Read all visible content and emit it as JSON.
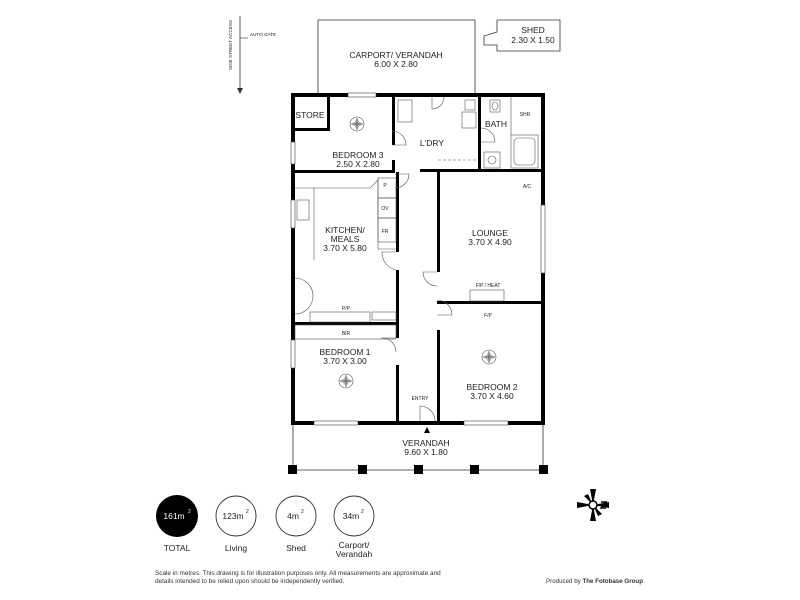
{
  "site": {
    "side_street_access": "SIDE STREET ACCESS",
    "auto_gate": "AUTO GATE"
  },
  "rooms": {
    "carport": {
      "name": "CARPORT/ VERANDAH",
      "dims": "6.00 X 2.80"
    },
    "shed": {
      "name": "SHED",
      "dims": "2.30 X 1.50"
    },
    "store": {
      "name": "STORE"
    },
    "bedroom3": {
      "name": "BEDROOM 3",
      "dims": "2.50 X 2.80"
    },
    "laundry": {
      "name": "L'DRY"
    },
    "bath": {
      "name": "BATH",
      "shower": "SHR"
    },
    "kitchen": {
      "name_line1": "KITCHEN/",
      "name_line2": "MEALS",
      "dims": "3.70 X 5.80"
    },
    "lounge": {
      "name": "LOUNGE",
      "dims": "3.70 X 4.90"
    },
    "bedroom1": {
      "name": "BEDROOM 1",
      "dims": "3.70 X 3.00"
    },
    "bedroom2": {
      "name": "BEDROOM 2",
      "dims": "3.70 X 4.60"
    },
    "verandah": {
      "name": "VERANDAH",
      "dims": "9.60 X 1.80"
    }
  },
  "fixtures": {
    "pantry": "P",
    "oven": "OV",
    "fridge": "FR",
    "pp_kitchen": "P/P",
    "bir": "BIR",
    "ac": "A/C",
    "fp_heat": "F/P / HEAT",
    "fp": "F/P",
    "entry": "ENTRY"
  },
  "areas": [
    {
      "value": "161m",
      "sup": "2",
      "caption": "TOTAL",
      "filled": true
    },
    {
      "value": "123m",
      "sup": "2",
      "caption": "Living",
      "filled": false
    },
    {
      "value": "4m",
      "sup": "2",
      "caption": "Shed",
      "filled": false
    },
    {
      "value": "34m",
      "sup": "2",
      "caption_line1": "Carport/",
      "caption_line2": "Verandah",
      "filled": false
    }
  ],
  "footnote": "Scale in metres. This drawing is for illustration purposes only. All measurements are approximate and details intended to be relied upon should be independently verified.",
  "credit": {
    "prefix": "Produced by ",
    "company": "The Fotobase Group"
  },
  "colors": {
    "wall": "#000000",
    "badge_fill": "#000000",
    "line": "#333333"
  }
}
